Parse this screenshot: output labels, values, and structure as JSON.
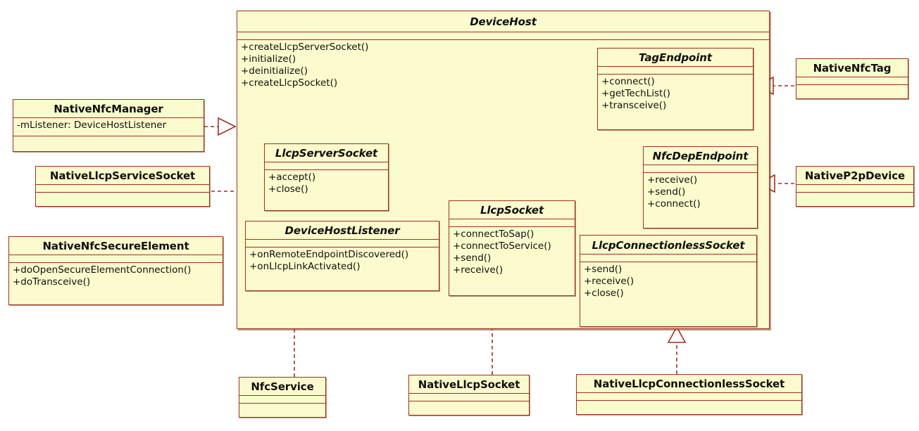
{
  "diagram": {
    "type": "uml-class-diagram",
    "title": "NFC DeviceHost class diagram",
    "colors": {
      "box_fill": "#fbfbcd",
      "box_border": "#a03020",
      "connector": "#a03020",
      "text": "#101010",
      "background": "#ffffff"
    }
  },
  "container": {
    "name": "DeviceHost",
    "abstract": true,
    "attributes": [],
    "operations": [
      "+createLlcpServerSocket()",
      "+initialize()",
      "+deinitialize()",
      "+createLlcpSocket()"
    ]
  },
  "classes": [
    {
      "id": "tag-endpoint",
      "name": "TagEndpoint",
      "abstract": true,
      "attributes": [],
      "operations": [
        "+connect()",
        "+getTechList()",
        "+transceive()"
      ]
    },
    {
      "id": "native-nfc-tag",
      "name": "NativeNfcTag",
      "abstract": false,
      "attributes": [],
      "operations": []
    },
    {
      "id": "native-nfc-manager",
      "name": "NativeNfcManager",
      "abstract": false,
      "attributes": [
        "-mListener: DeviceHostListener"
      ],
      "operations": []
    },
    {
      "id": "native-llcp-service-socket",
      "name": "NativeLlcpServiceSocket",
      "abstract": false,
      "attributes": [],
      "operations": []
    },
    {
      "id": "native-nfc-secure-element",
      "name": "NativeNfcSecureElement",
      "abstract": false,
      "attributes": [],
      "operations": [
        "+doOpenSecureElementConnection()",
        "+doTransceive()"
      ]
    },
    {
      "id": "llcp-server-socket",
      "name": "LlcpServerSocket",
      "abstract": true,
      "attributes": [],
      "operations": [
        "+accept()",
        "+close()"
      ]
    },
    {
      "id": "nfc-dep-endpoint",
      "name": "NfcDepEndpoint",
      "abstract": true,
      "attributes": [],
      "operations": [
        "+receive()",
        "+send()",
        "+connect()"
      ]
    },
    {
      "id": "native-p2p-device",
      "name": "NativeP2pDevice",
      "abstract": false,
      "attributes": [],
      "operations": []
    },
    {
      "id": "device-host-listener",
      "name": "DeviceHostListener",
      "abstract": true,
      "attributes": [],
      "operations": [
        "+onRemoteEndpointDiscovered()",
        "+onLlcpLinkActivated()"
      ]
    },
    {
      "id": "llcp-socket",
      "name": "LlcpSocket",
      "abstract": true,
      "attributes": [],
      "operations": [
        "+connectToSap()",
        "+connectToService()",
        "+send()",
        "+receive()"
      ]
    },
    {
      "id": "llcp-connectionless-socket",
      "name": "LlcpConnectionlessSocket",
      "abstract": true,
      "attributes": [],
      "operations": [
        "+send()",
        "+receive()",
        "+close()"
      ]
    },
    {
      "id": "nfc-service",
      "name": "NfcService",
      "abstract": false,
      "attributes": [],
      "operations": []
    },
    {
      "id": "native-llcp-socket",
      "name": "NativeLlcpSocket",
      "abstract": false,
      "attributes": [],
      "operations": []
    },
    {
      "id": "native-llcp-connectionless-socket",
      "name": "NativeLlcpConnectionlessSocket",
      "abstract": false,
      "attributes": [],
      "operations": []
    }
  ],
  "relationships": [
    {
      "id": "rel-manager-devicehost",
      "type": "realization",
      "from": "NativeNfcManager",
      "to": "DeviceHost",
      "style": "dashed-hollow-triangle"
    },
    {
      "id": "rel-tag-tagendpoint",
      "type": "realization",
      "from": "NativeNfcTag",
      "to": "TagEndpoint",
      "style": "dashed-hollow-triangle"
    },
    {
      "id": "rel-servicesocket-llcpserversocket",
      "type": "realization",
      "from": "NativeLlcpServiceSocket",
      "to": "LlcpServerSocket",
      "style": "dashed-hollow-triangle"
    },
    {
      "id": "rel-p2p-nfcdependpoint",
      "type": "realization",
      "from": "NativeP2pDevice",
      "to": "NfcDepEndpoint",
      "style": "dashed-hollow-triangle"
    },
    {
      "id": "rel-nfcservice-devicehostlistener",
      "type": "realization",
      "from": "NfcService",
      "to": "DeviceHostListener",
      "style": "dashed-hollow-triangle"
    },
    {
      "id": "rel-nativellcpsocket-llcpsocket",
      "type": "realization",
      "from": "NativeLlcpSocket",
      "to": "LlcpSocket",
      "style": "dashed-hollow-triangle"
    },
    {
      "id": "rel-nativeconnless-llcpconnless",
      "type": "realization",
      "from": "NativeLlcpConnectionlessSocket",
      "to": "LlcpConnectionlessSocket",
      "style": "dashed-hollow-triangle"
    }
  ]
}
